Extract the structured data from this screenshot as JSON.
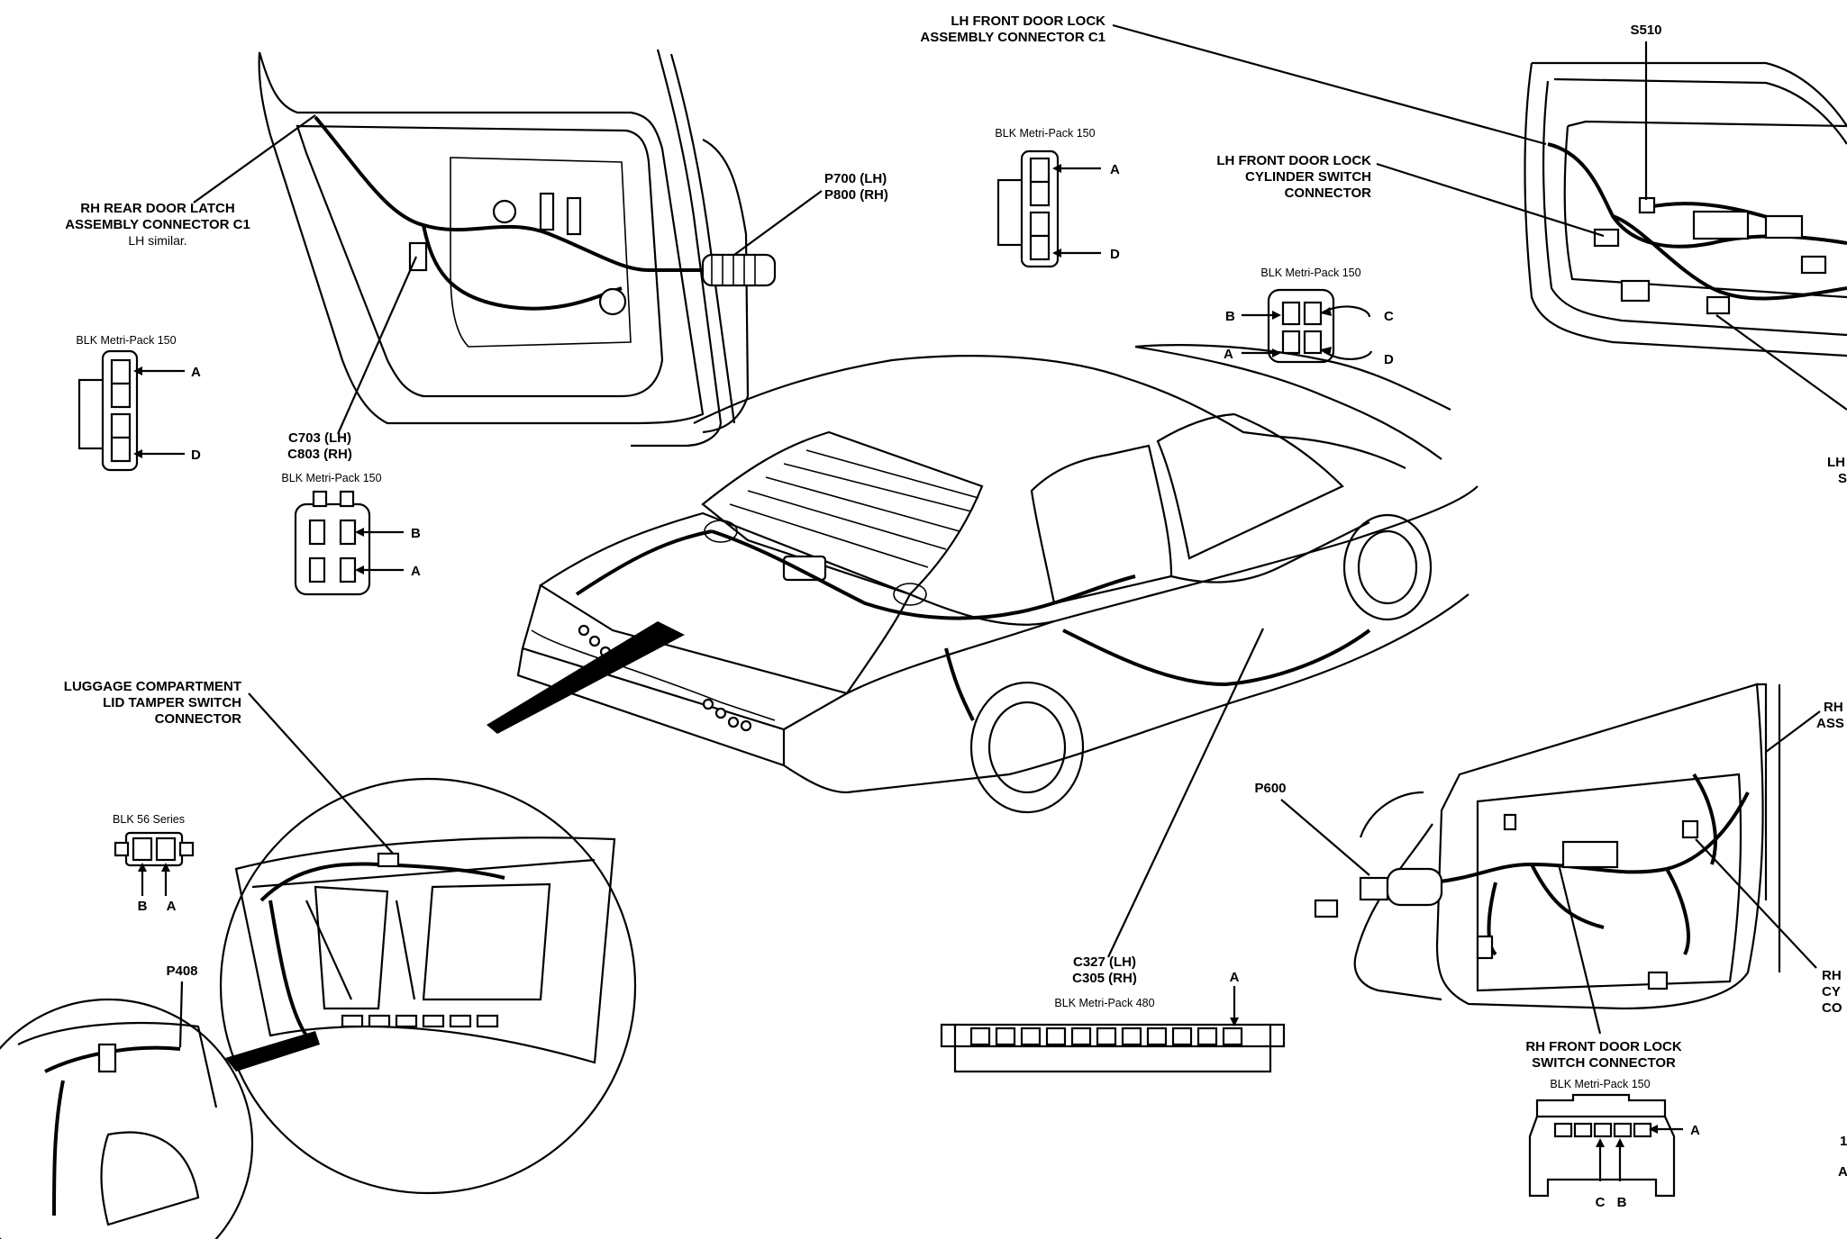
{
  "callouts": {
    "rh_rear_latch": [
      "RH REAR DOOR LATCH",
      "ASSEMBLY CONNECTOR C1",
      "LH similar."
    ],
    "p700": [
      "P700 (LH)",
      "P800 (RH)"
    ],
    "c703": [
      "C703 (LH)",
      "C803 (RH)"
    ],
    "lh_front_lock": [
      "LH FRONT DOOR LOCK",
      "ASSEMBLY CONNECTOR C1"
    ],
    "lh_cyl_switch": [
      "LH FRONT DOOR LOCK",
      "CYLINDER SWITCH",
      "CONNECTOR"
    ],
    "s510": "S510",
    "lh_cut": [
      "LH",
      "S"
    ],
    "luggage": [
      "LUGGAGE COMPARTMENT",
      "LID TAMPER SWITCH",
      "CONNECTOR"
    ],
    "p408": "P408",
    "p600": "P600",
    "c327": [
      "C327 (LH)",
      "C305 (RH)"
    ],
    "rh_cut_top": [
      "RH",
      "ASS"
    ],
    "rh_cut_mid": [
      "RH",
      "CY",
      "CO"
    ],
    "rh_front_switch": [
      "RH FRONT DOOR LOCK",
      "SWITCH CONNECTOR"
    ],
    "cut_bottom_right": [
      "1",
      "A"
    ]
  },
  "connectors": {
    "rear_latch": {
      "type": "BLK Metri-Pack 150",
      "pins": [
        "A",
        "D"
      ]
    },
    "c703": {
      "type": "BLK Metri-Pack 150",
      "pins": [
        "B",
        "A"
      ]
    },
    "lh_front": {
      "type": "BLK Metri-Pack 150",
      "pins": [
        "A",
        "D"
      ]
    },
    "lh_cylinder": {
      "type": "BLK Metri-Pack 150",
      "pins": [
        "B",
        "C",
        "A",
        "D"
      ]
    },
    "luggage": {
      "type": "BLK 56 Series",
      "pins": [
        "B",
        "A"
      ]
    },
    "c327": {
      "type": "BLK Metri-Pack 480",
      "pins": [
        "A"
      ]
    },
    "rh_front": {
      "type": "BLK Metri-Pack 150",
      "pins": [
        "A",
        "C",
        "B"
      ]
    }
  }
}
